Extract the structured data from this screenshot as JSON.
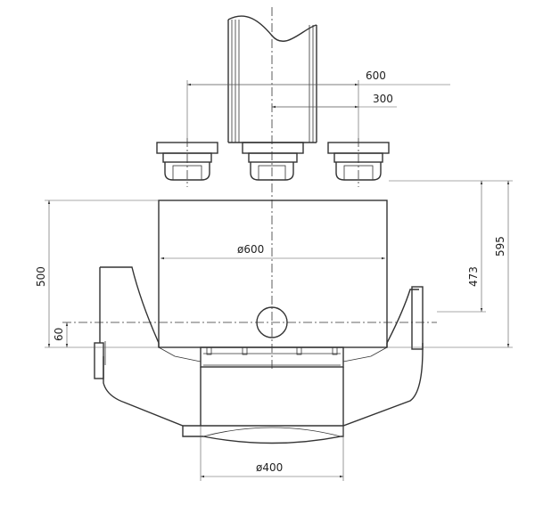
{
  "dimensions": {
    "top_width": "600",
    "top_half_width": "300",
    "height_left": "500",
    "height_right_inner": "473",
    "height_right_outer": "595",
    "offset_small": "60",
    "diameter_body": "ø600",
    "diameter_bottom": "ø400"
  },
  "line_color": "#333333"
}
